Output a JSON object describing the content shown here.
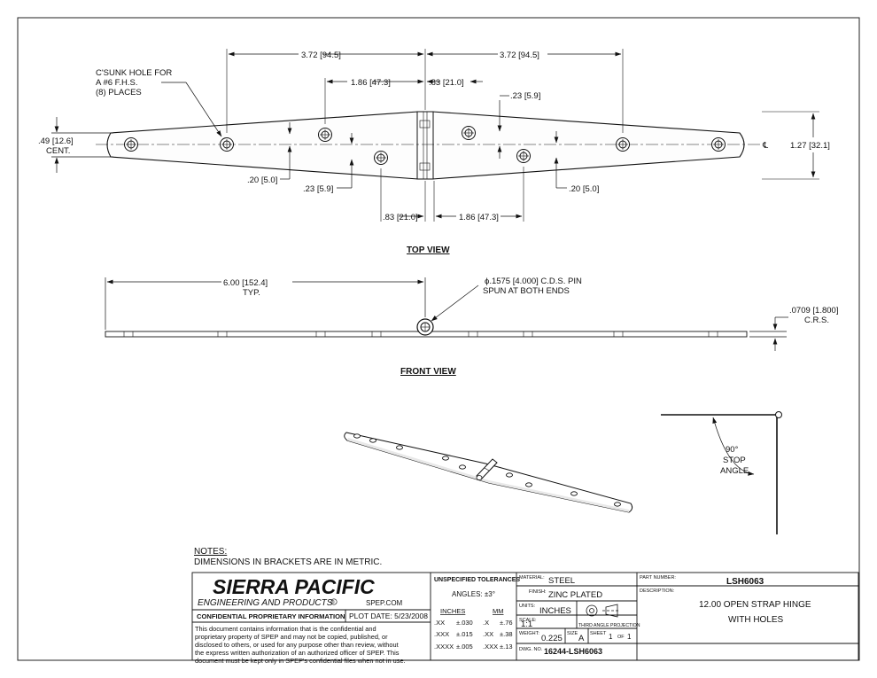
{
  "top_view": {
    "title": "TOP VIEW",
    "dims": {
      "left_span": "3.72 [94.5]",
      "right_span": "3.72 [94.5]",
      "upper_left_pitch": "1.86 [47.3]",
      "knuckle_width_top": ".83 [21.0]",
      "upper_right_offset": ".23 [5.9]",
      "end_width": ".49 [12.6]",
      "end_width_note": "CENT.",
      "overall_width": "1.27 [32.1]",
      "left_offset_small": ".20 [5.0]",
      "left_offset_large": ".23 [5.9]",
      "right_offset_small": ".20 [5.0]",
      "knuckle_width_bottom": ".83 [21.0]",
      "lower_right_pitch": "1.86 [47.3]"
    },
    "hole_callout": [
      "C'SUNK HOLE FOR",
      "A #6 F.H.S.",
      "(8) PLACES"
    ],
    "centerline_symbol": "℄"
  },
  "front_view": {
    "title": "FRONT VIEW",
    "typ_length": "6.00 [152.4]",
    "typ_note": "TYP.",
    "pin_callout": [
      "ϕ.1575 [4.000] C.D.S. PIN",
      "SPUN AT BOTH ENDS"
    ],
    "thickness": ".0709 [1.800]",
    "thickness_note": "C.R.S."
  },
  "stop_angle": {
    "degrees": "90°",
    "line1": "STOP",
    "line2": "ANGLE"
  },
  "notes": {
    "heading": "NOTES:",
    "line": "DIMENSIONS IN BRACKETS ARE IN METRIC."
  },
  "title_block": {
    "company": "SIERRA PACIFIC",
    "company_sub": "ENGINEERING AND PRODUCTS",
    "registered": "®",
    "website": "SPEP.COM",
    "confidential": "CONFIDENTIAL PROPRIETARY INFORMATION",
    "plot_date": "PLOT DATE: 5/23/2008",
    "disclaimer": [
      "This document contains information that is the confidential and",
      "proprietary property of SPEP and may not be copied, published, or",
      "disclosed to others, or used for any purpose  other than review, without",
      "the express written authorization of an authorized officer of SPEP. This",
      "document must be kept only in SPEP's confidential files when not in use."
    ],
    "tolerances": {
      "heading": "UNSPECIFIED TOLERANCES",
      "angles": "ANGLES: ±3°",
      "inches_label": "INCHES",
      "mm_label": "MM",
      "rows": [
        {
          "in_fmt": ".XX",
          "in_tol": "±.030",
          "mm_fmt": ".X",
          "mm_tol": "±.76"
        },
        {
          "in_fmt": ".XXX",
          "in_tol": "±.015",
          "mm_fmt": ".XX",
          "mm_tol": "±.38"
        },
        {
          "in_fmt": ".XXXX",
          "in_tol": "±.005",
          "mm_fmt": ".XXX",
          "mm_tol": "±.13"
        }
      ]
    },
    "material_label": "MATERIAL:",
    "material": "STEEL",
    "finish_label": "FINISH:",
    "finish": "ZINC PLATED",
    "units_label": "UNITS:",
    "units": "INCHES",
    "scale_label": "SCALE:",
    "scale": "1:1",
    "projection": "THIRD ANGLE PROJECTION",
    "weight_label": "WEIGHT:",
    "weight": "0.225",
    "size_label": "SIZE",
    "size": "A",
    "sheet_label": "SHEET",
    "sheet": "1",
    "of_label": "OF",
    "sheets": "1",
    "dwg_label": "DWG. NO.",
    "dwg_no": "16244-LSH6063",
    "part_label": "PART NUMBER:",
    "part_number": "LSH6063",
    "desc_label": "DESCRIPTION:",
    "description": [
      "12.00 OPEN STRAP HINGE",
      "WITH HOLES"
    ]
  }
}
